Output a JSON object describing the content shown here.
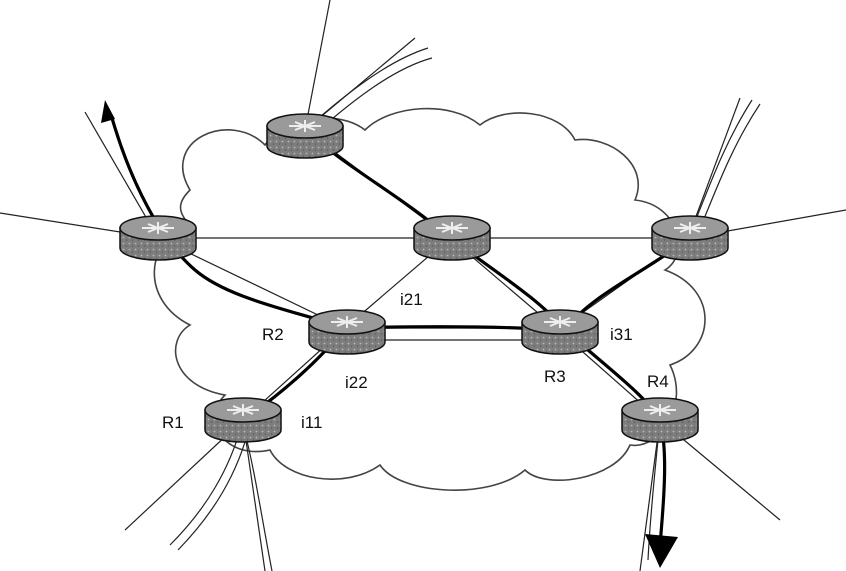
{
  "labels": {
    "r1": "R1",
    "r2": "R2",
    "r3": "R3",
    "r4": "R4",
    "i11": "i11",
    "i21": "i21",
    "i22": "i22",
    "i31": "i31"
  },
  "colors": {
    "background": "#ffffff",
    "cloud_outline": "#444444",
    "link": "#222222",
    "router_fill": "#7d7d7d",
    "router_top": "#9a9a9a",
    "router_outline": "#111111",
    "path": "#000000"
  }
}
